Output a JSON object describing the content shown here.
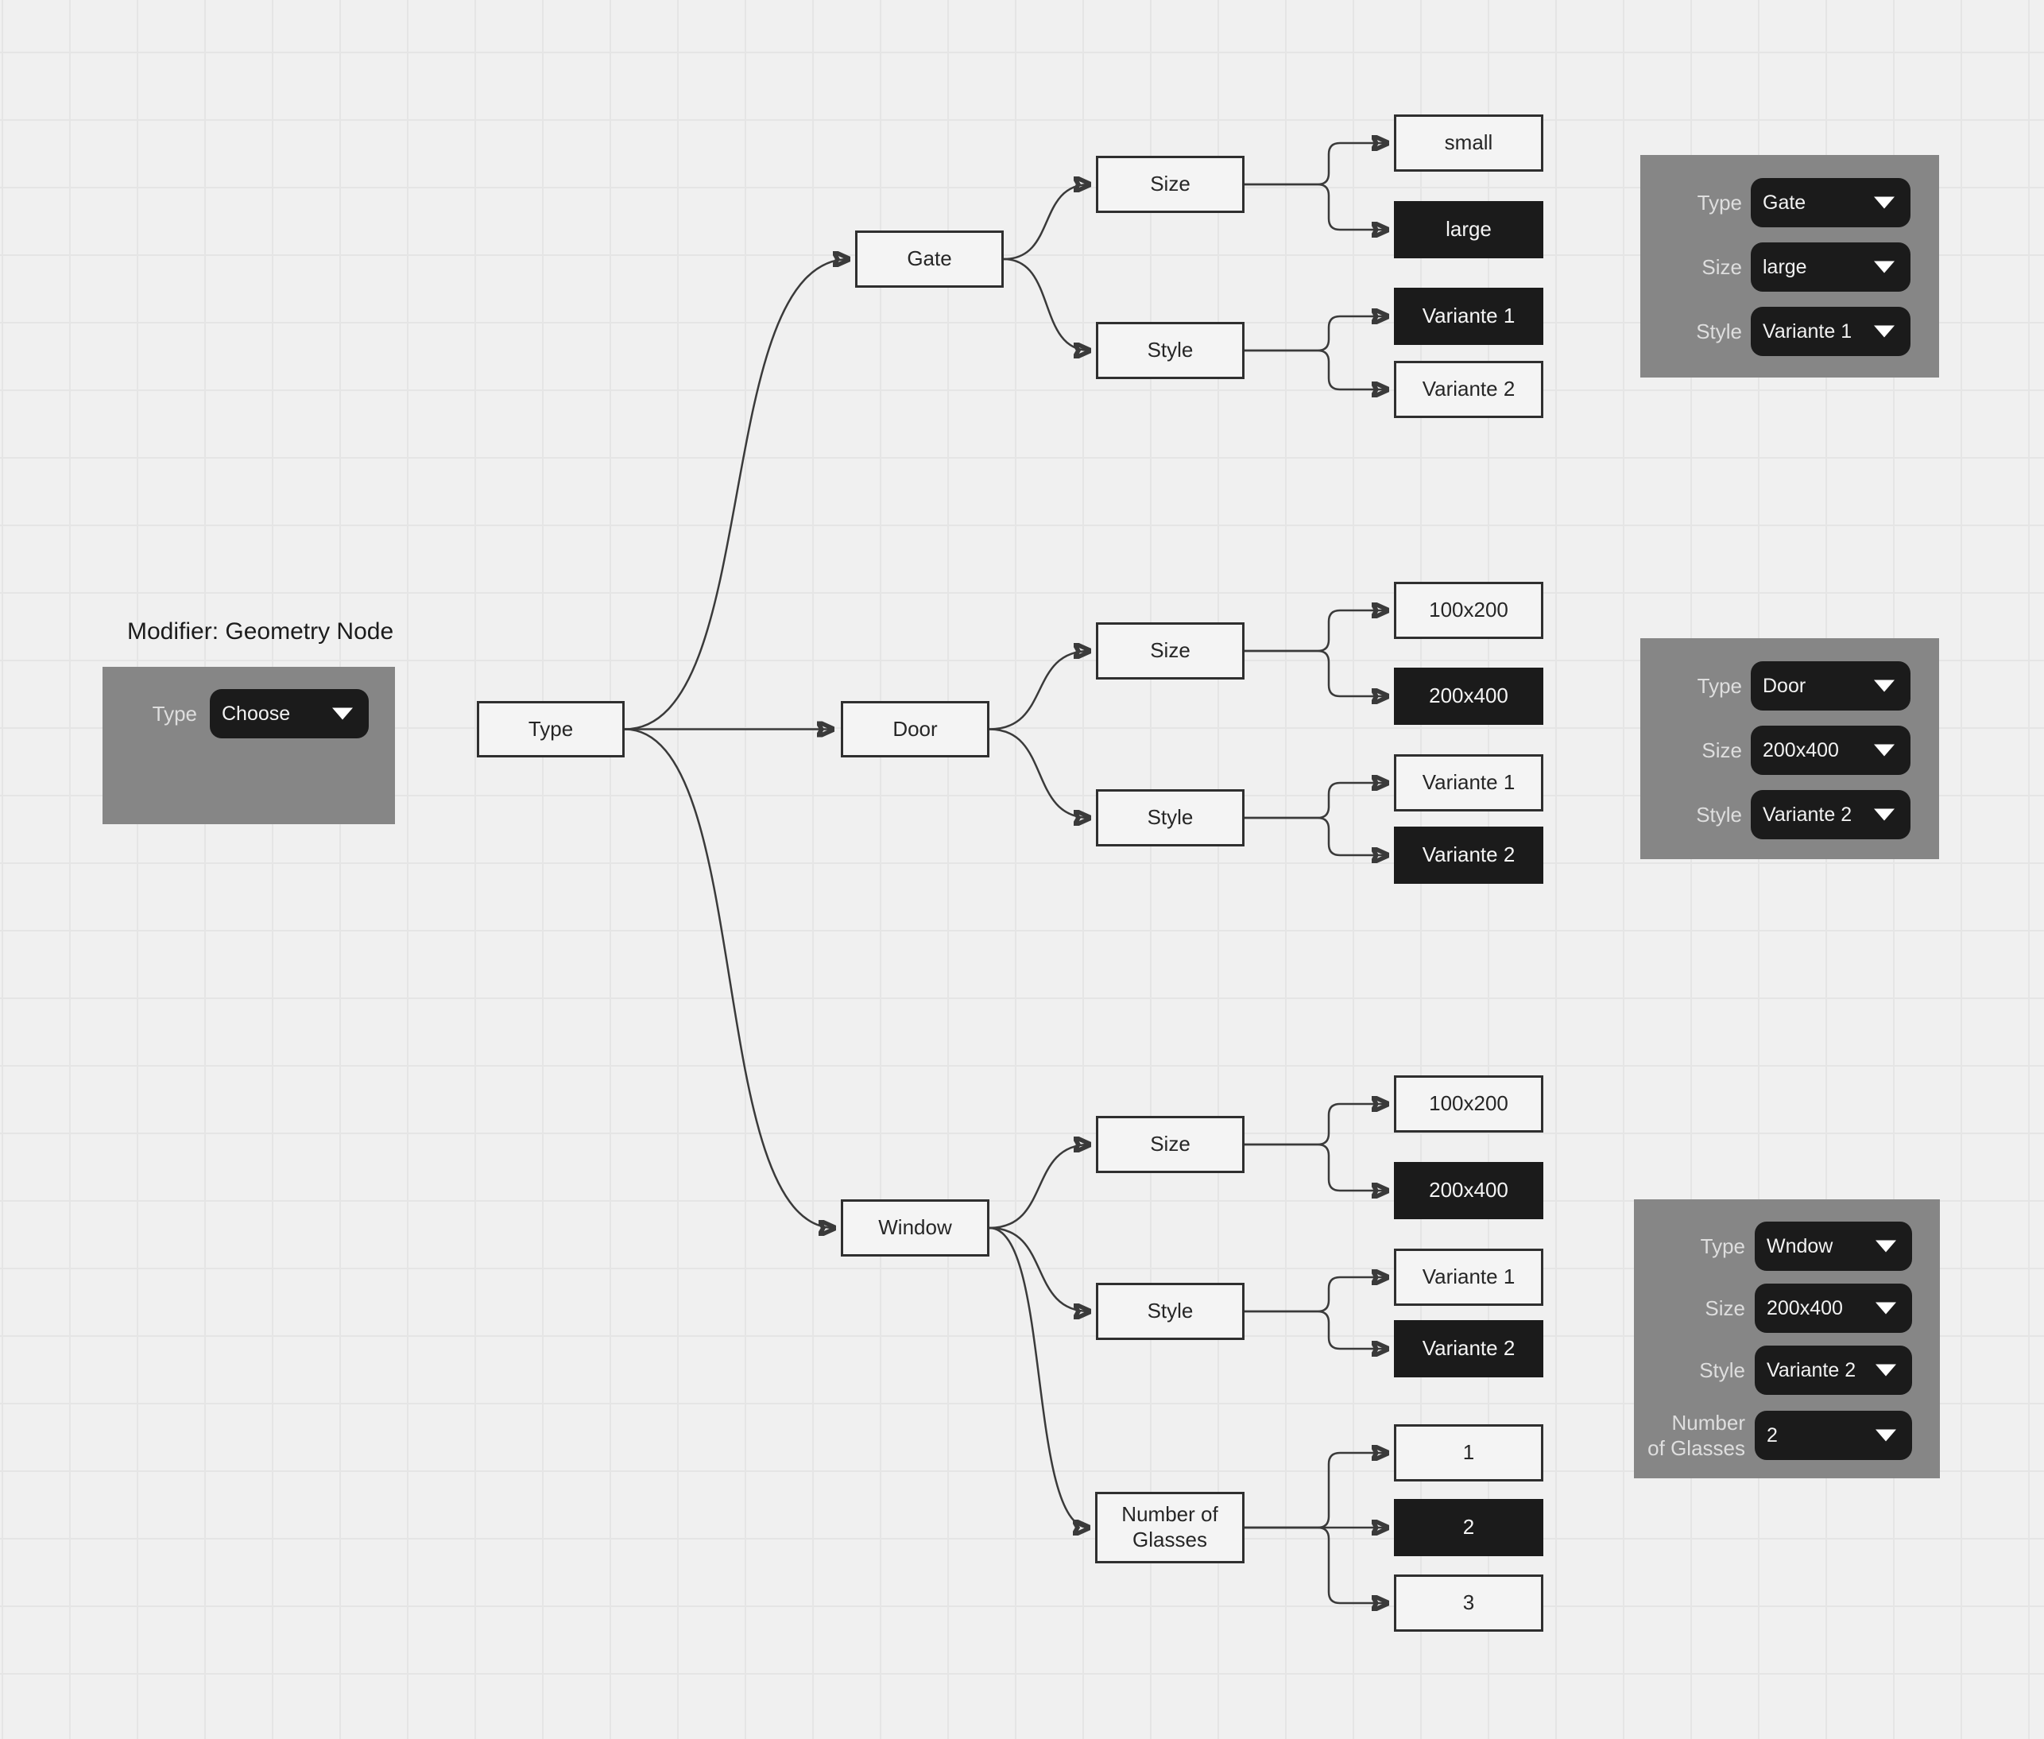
{
  "title": "Modifier: Geometry Node",
  "modifier_panel": {
    "type_label": "Type",
    "value": "Choose"
  },
  "tree": {
    "root_label": "Type",
    "branches": [
      {
        "label": "Gate",
        "attributes": [
          {
            "label": "Size",
            "options": [
              {
                "label": "small",
                "selected": false
              },
              {
                "label": "large",
                "selected": true
              }
            ]
          },
          {
            "label": "Style",
            "options": [
              {
                "label": "Variante 1",
                "selected": true
              },
              {
                "label": "Variante 2",
                "selected": false
              }
            ]
          }
        ]
      },
      {
        "label": "Door",
        "attributes": [
          {
            "label": "Size",
            "options": [
              {
                "label": "100x200",
                "selected": false
              },
              {
                "label": "200x400",
                "selected": true
              }
            ]
          },
          {
            "label": "Style",
            "options": [
              {
                "label": "Variante 1",
                "selected": false
              },
              {
                "label": "Variante 2",
                "selected": true
              }
            ]
          }
        ]
      },
      {
        "label": "Window",
        "attributes": [
          {
            "label": "Size",
            "options": [
              {
                "label": "100x200",
                "selected": false
              },
              {
                "label": "200x400",
                "selected": true
              }
            ]
          },
          {
            "label": "Style",
            "options": [
              {
                "label": "Variante 1",
                "selected": false
              },
              {
                "label": "Variante 2",
                "selected": true
              }
            ]
          },
          {
            "label": "Number of\nGlasses",
            "options": [
              {
                "label": "1",
                "selected": false
              },
              {
                "label": "2",
                "selected": true
              },
              {
                "label": "3",
                "selected": false
              }
            ]
          }
        ]
      }
    ]
  },
  "result_panels": [
    {
      "rows": [
        {
          "label": "Type",
          "value": "Gate"
        },
        {
          "label": "Size",
          "value": "large"
        },
        {
          "label": "Style",
          "value": "Variante 1"
        }
      ]
    },
    {
      "rows": [
        {
          "label": "Type",
          "value": "Door"
        },
        {
          "label": "Size",
          "value": "200x400"
        },
        {
          "label": "Style",
          "value": "Variante 2"
        }
      ]
    },
    {
      "rows": [
        {
          "label": "Type",
          "value": "Wndow"
        },
        {
          "label": "Size",
          "value": "200x400"
        },
        {
          "label": "Style",
          "value": "Variante 2"
        },
        {
          "label": "Number\nof Glasses",
          "value": "2"
        }
      ]
    }
  ],
  "colors": {
    "canvas_bg": "#f0f0f0",
    "grid_line": "#e5e5e5",
    "node_fill": "#f4f4f4",
    "node_border": "#2f2f2f",
    "node_text": "#262626",
    "sel_fill": "#1b1b1b",
    "sel_text": "#f5f5f5",
    "connector": "#3a3a3a",
    "panel_bg": "#868686",
    "panel_label": "#dedede",
    "dd_bg": "#1b1b1b",
    "dd_text": "#f2f2f2"
  }
}
